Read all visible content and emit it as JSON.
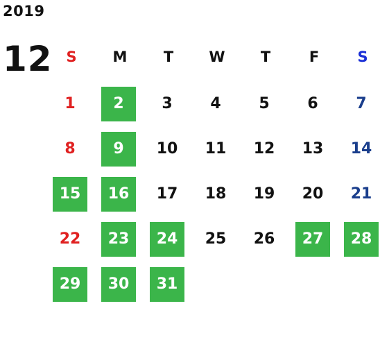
{
  "calendar": {
    "year": "2019",
    "month": "12",
    "weekdays": [
      {
        "label": "S",
        "color": "#e02020"
      },
      {
        "label": "M",
        "color": "#111111"
      },
      {
        "label": "T",
        "color": "#111111"
      },
      {
        "label": "W",
        "color": "#111111"
      },
      {
        "label": "T",
        "color": "#111111"
      },
      {
        "label": "F",
        "color": "#111111"
      },
      {
        "label": "S",
        "color": "#1a2fd6"
      }
    ],
    "highlight_color": "#3bb54a",
    "weeks": [
      [
        {
          "day": "1",
          "highlighted": false
        },
        {
          "day": "2",
          "highlighted": true
        },
        {
          "day": "3",
          "highlighted": false
        },
        {
          "day": "4",
          "highlighted": false
        },
        {
          "day": "5",
          "highlighted": false
        },
        {
          "day": "6",
          "highlighted": false
        },
        {
          "day": "7",
          "highlighted": false
        }
      ],
      [
        {
          "day": "8",
          "highlighted": false
        },
        {
          "day": "9",
          "highlighted": true
        },
        {
          "day": "10",
          "highlighted": false
        },
        {
          "day": "11",
          "highlighted": false
        },
        {
          "day": "12",
          "highlighted": false
        },
        {
          "day": "13",
          "highlighted": false
        },
        {
          "day": "14",
          "highlighted": false
        }
      ],
      [
        {
          "day": "15",
          "highlighted": true
        },
        {
          "day": "16",
          "highlighted": true
        },
        {
          "day": "17",
          "highlighted": false
        },
        {
          "day": "18",
          "highlighted": false
        },
        {
          "day": "19",
          "highlighted": false
        },
        {
          "day": "20",
          "highlighted": false
        },
        {
          "day": "21",
          "highlighted": false
        }
      ],
      [
        {
          "day": "22",
          "highlighted": false
        },
        {
          "day": "23",
          "highlighted": true
        },
        {
          "day": "24",
          "highlighted": true
        },
        {
          "day": "25",
          "highlighted": false
        },
        {
          "day": "26",
          "highlighted": false
        },
        {
          "day": "27",
          "highlighted": true
        },
        {
          "day": "28",
          "highlighted": true
        }
      ],
      [
        {
          "day": "29",
          "highlighted": true
        },
        {
          "day": "30",
          "highlighted": true
        },
        {
          "day": "31",
          "highlighted": true
        }
      ]
    ]
  }
}
